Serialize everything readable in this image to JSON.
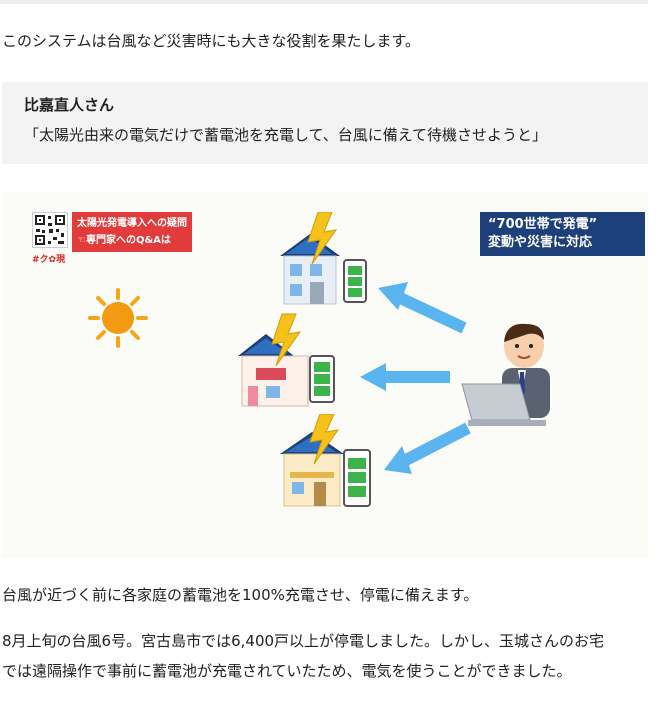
{
  "intro": {
    "text": "このシステムは台風など災害時にも大きな役割を果たします。"
  },
  "quote": {
    "name": "比嘉直人さん",
    "text": "「太陽光由来の電気だけで蓄電池を充電して、台風に備えて待機させようと」"
  },
  "figure": {
    "qr_label": "#ク✿現",
    "left_tag_line1": "太陽光発電導入への疑問",
    "left_tag_line2": "☜専門家へのQ&Aは",
    "right_tag_line1": "“700世帯で発電”",
    "right_tag_line2": "変動や災害に対応",
    "colors": {
      "red_tag": "#e23b3b",
      "blue_tag": "#1d3f7a",
      "arrow": "#5ab4f0",
      "sun": "#f7a51b",
      "battery": "#3cb44b"
    }
  },
  "paragraphs": {
    "p1": "台風が近づく前に各家庭の蓄電池を100%充電させ、停電に備えます。",
    "p2_line1": "8月上旬の台風6号。宮古島市では6,400戸以上が停電しました。しかし、玉城さんのお宅",
    "p2_line2": "では遠隔操作で事前に蓄電池が充電されていたため、電気を使うことができました。"
  }
}
